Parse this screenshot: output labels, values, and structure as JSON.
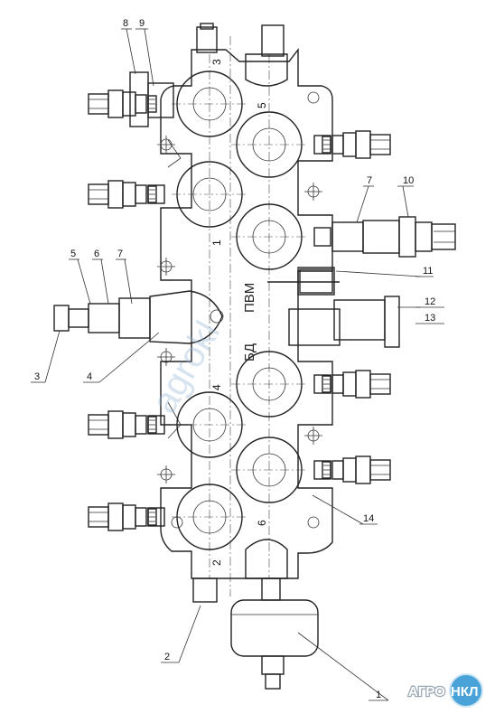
{
  "callouts": [
    {
      "id": "c1",
      "label": "1"
    },
    {
      "id": "c2",
      "label": "2"
    },
    {
      "id": "c3",
      "label": "3"
    },
    {
      "id": "c4",
      "label": "4"
    },
    {
      "id": "c5",
      "label": "5"
    },
    {
      "id": "c6",
      "label": "6"
    },
    {
      "id": "c7a",
      "label": "7"
    },
    {
      "id": "c7b",
      "label": "7"
    },
    {
      "id": "c8",
      "label": "8"
    },
    {
      "id": "c9",
      "label": "9"
    },
    {
      "id": "c10",
      "label": "10"
    },
    {
      "id": "c11",
      "label": "11"
    },
    {
      "id": "c12",
      "label": "12"
    },
    {
      "id": "c13",
      "label": "13"
    },
    {
      "id": "c14",
      "label": "14"
    }
  ],
  "ports": {
    "p1": "1",
    "p2": "2",
    "p3": "3",
    "p4": "4",
    "p5": "5",
    "p6": "6"
  },
  "body_labels": {
    "pvm": "ПВМ",
    "bd": "БД"
  },
  "watermark": "agrokl",
  "logo": {
    "part1": "АГРО",
    "part2": "НКЛ",
    "accent": "#4aa3d8",
    "text_color": "#ffffff"
  }
}
